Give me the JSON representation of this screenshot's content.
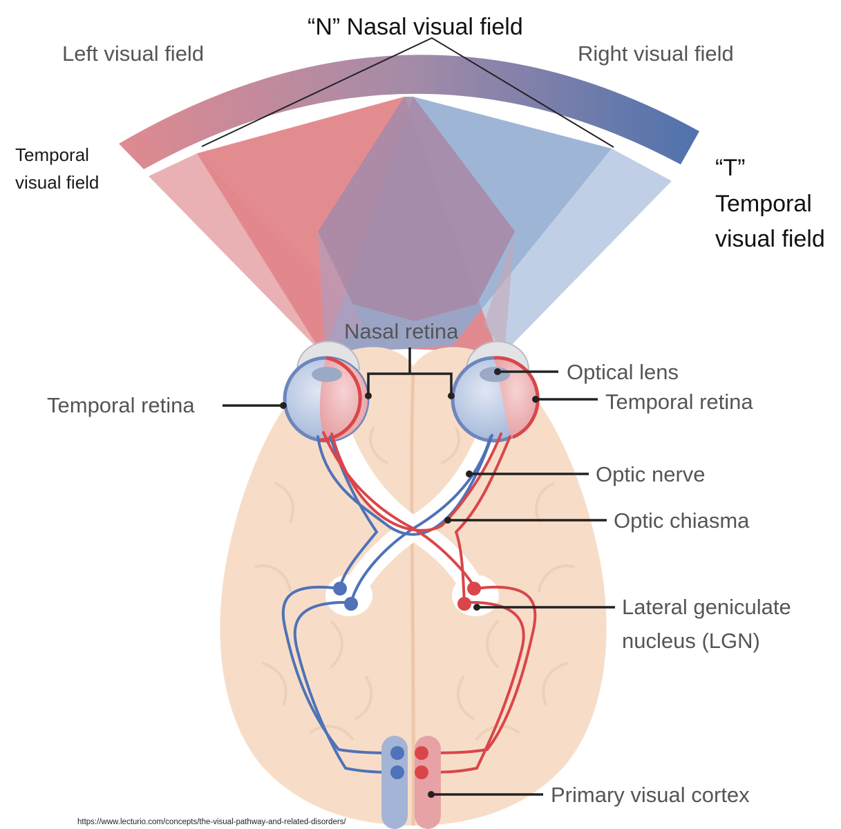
{
  "labels": {
    "nasal_visual_field": "“N” Nasal visual field",
    "left_visual_field": "Left visual field",
    "right_visual_field": "Right visual field",
    "temporal_visual_field_left_l1": "Temporal",
    "temporal_visual_field_left_l2": "visual field",
    "temporal_visual_field_right_l1": "“T”",
    "temporal_visual_field_right_l2": "Temporal",
    "temporal_visual_field_right_l3": "visual field",
    "nasal_retina": "Nasal retina",
    "optical_lens": "Optical lens",
    "temporal_retina_left": "Temporal retina",
    "temporal_retina_right": "Temporal retina",
    "optic_nerve": "Optic nerve",
    "optic_chiasma": "Optic chiasma",
    "lgn_l1": "Lateral geniculate",
    "lgn_l2": "nucleus (LGN)",
    "primary_visual_cortex": "Primary visual cortex",
    "source_url": "https://www.lecturio.com/concepts/the-visual-pathway-and-related-disorders/"
  },
  "colors": {
    "red": "#d9464a",
    "blue": "#4f72b8",
    "brain": "#f7ddc8",
    "field_red": "#e07f82",
    "field_blue": "#8fa9cf"
  }
}
